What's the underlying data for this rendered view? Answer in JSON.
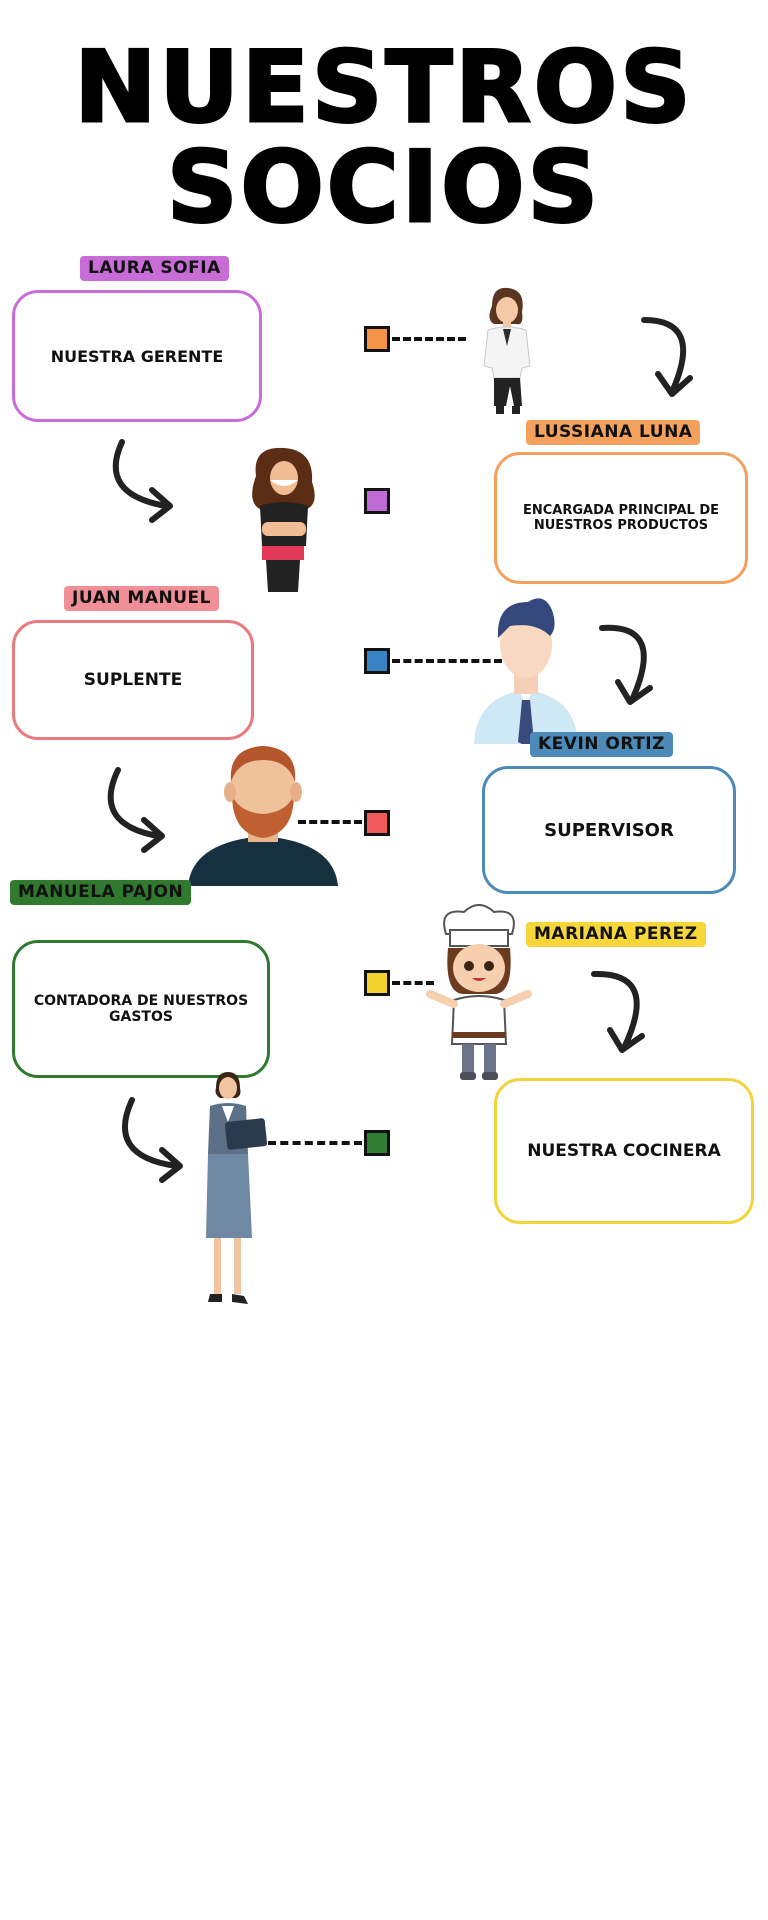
{
  "title": {
    "line1": "NUESTROS",
    "line2": "SOCIOS"
  },
  "members": [
    {
      "name": "LAURA SOFIA",
      "role": "NUESTRA GERENTE",
      "color": "#c86dd7",
      "tag_color": "#c86dd7"
    },
    {
      "name": "LUSSIANA LUNA",
      "role": "ENCARGADA PRINCIPAL DE NUESTROS PRODUCTOS",
      "color": "#f4a15d",
      "tag_color": "#f4a15d",
      "node_color": "#c06ad6"
    },
    {
      "name": "JUAN MANUEL",
      "role": "SUPLENTE",
      "color": "#e77a7c",
      "tag_color": "#f08f97",
      "node_color": "#3b82c4"
    },
    {
      "name": "KEVIN  ORTIZ",
      "role": "SUPERVISOR",
      "color": "#4d8ab8",
      "tag_color": "#4d8ab8",
      "node_color": "#ef5b5b"
    },
    {
      "name": "MANUELA PAJON",
      "role": "CONTADORA DE NUESTROS GASTOS",
      "color": "#2f7a2f",
      "tag_color": "#2f7a2f",
      "node_color": "#f4d22d"
    },
    {
      "name": "MARIANA PEREZ",
      "role": "NUESTRA COCINERA",
      "color": "#f0d43a",
      "tag_color": "#f7d63a",
      "node_color": "#2e7d32"
    }
  ],
  "first_node_color": "#f59448"
}
